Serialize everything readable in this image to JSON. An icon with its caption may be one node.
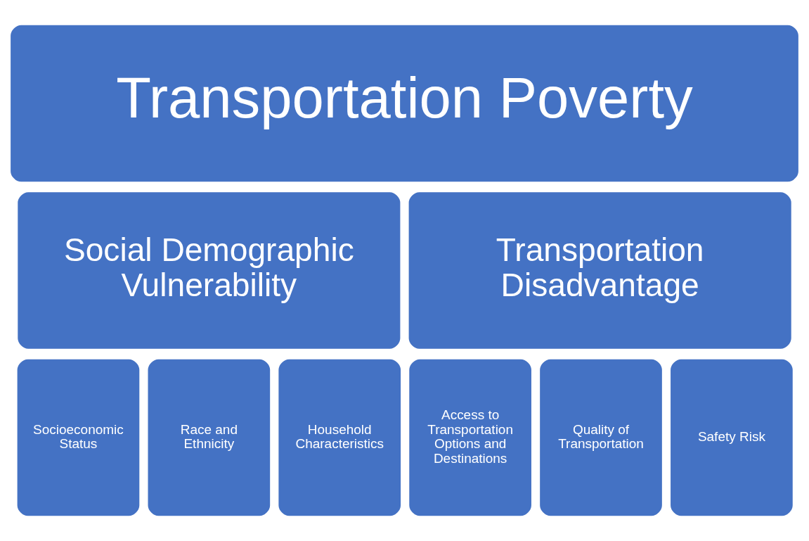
{
  "diagram": {
    "nodes": [
      {
        "text": [
          "Transportation Poverty"
        ]
      },
      {
        "text": [
          "Social Demographic Vulnerability"
        ]
      },
      {
        "text": [
          "Transportation Disadvantage"
        ]
      },
      {
        "text": [
          "Socioeconomic Status"
        ]
      },
      {
        "text": [
          "Race and Ethnicity"
        ]
      },
      {
        "text": [
          "Household Characteristics"
        ]
      },
      {
        "text": [
          "Access to Transportation Options and Destinations"
        ]
      },
      {
        "text": [
          "Quality of Transportation"
        ]
      },
      {
        "text": [
          "Safety Risk"
        ]
      }
    ]
  }
}
